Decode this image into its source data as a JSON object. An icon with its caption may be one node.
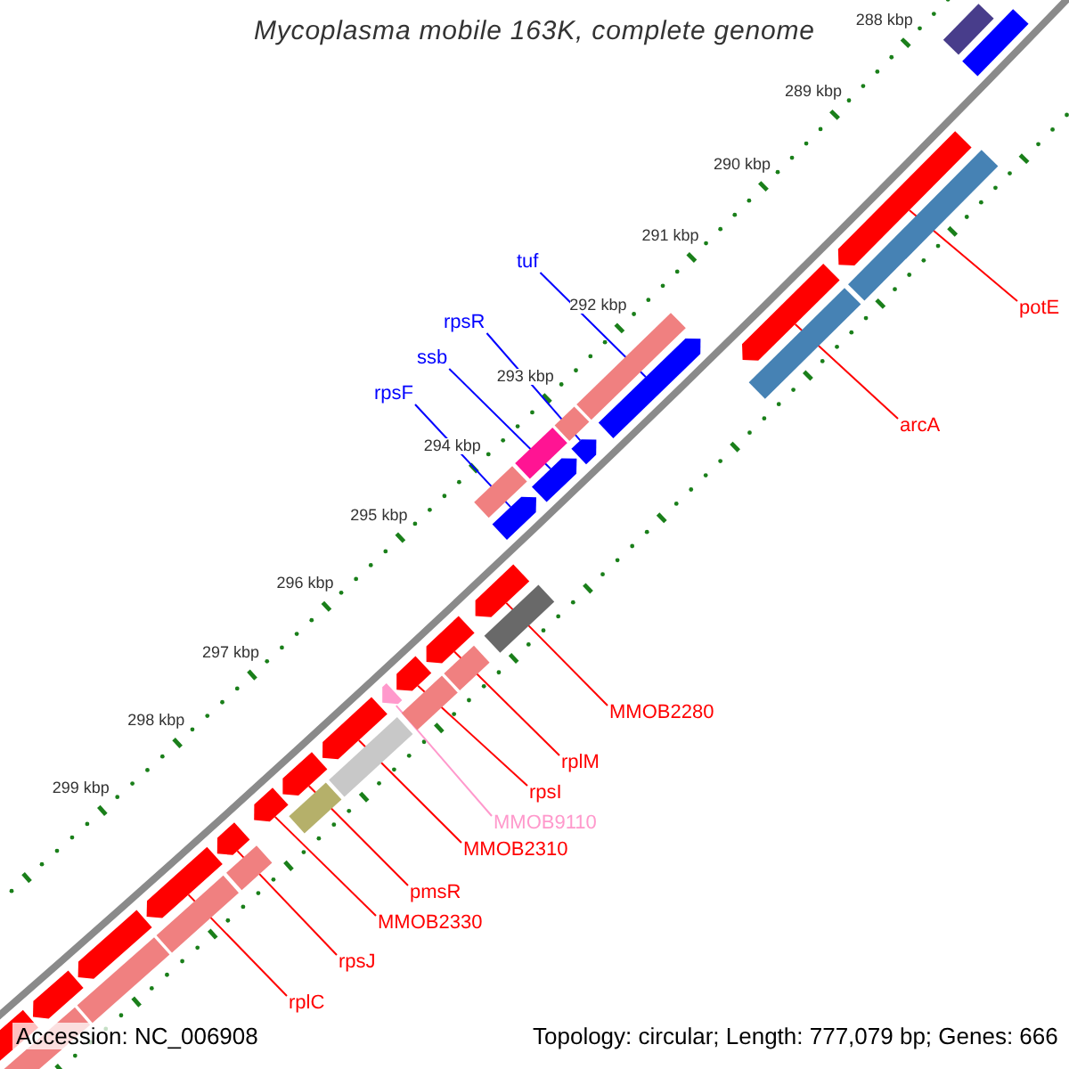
{
  "diagram": {
    "title": "Mycoplasma mobile 163K, complete genome",
    "nodes": [
      {
        "text": [
          "tuf"
        ]
      },
      {
        "text": [
          "potE"
        ]
      },
      {
        "text": [
          "rpsR"
        ]
      },
      {
        "text": [
          "ssb"
        ]
      },
      {
        "text": [
          "rpsF"
        ]
      },
      {
        "text": [
          "arcA"
        ]
      },
      {
        "text": [
          "MMOB2280"
        ]
      },
      {
        "text": [
          "rplM"
        ]
      },
      {
        "text": [
          "rpsI"
        ]
      },
      {
        "text": [
          "MMOB9110"
        ]
      },
      {
        "text": [
          "MMOB2310"
        ]
      },
      {
        "text": [
          "pmsR"
        ]
      },
      {
        "text": [
          "MMOB2330"
        ]
      },
      {
        "text": [
          "rpsJ"
        ]
      },
      {
        "text": [
          "rplC"
        ]
      },
      {
        "text": [],
        "shape": "bar"
      },
      {
        "text": [],
        "shape": "bar"
      },
      {
        "text": [],
        "shape": "bar"
      },
      {
        "text": [],
        "shape": "bar"
      },
      {
        "text": [],
        "shape": "bar"
      },
      {
        "text": [],
        "shape": "bar"
      },
      {
        "text": [],
        "shape": "bar"
      },
      {
        "text": [],
        "shape": "bar"
      },
      {
        "text": [],
        "shape": "bar"
      },
      {
        "text": [],
        "shape": "bar"
      },
      {
        "text": [],
        "shape": "bar"
      },
      {
        "text": [],
        "shape": "bar"
      },
      {
        "text": [],
        "shape": "bar"
      },
      {
        "text": [],
        "shape": "bar"
      },
      {
        "text": [],
        "shape": "bar"
      },
      {
        "text": [],
        "shape": "bar"
      },
      {
        "text": [],
        "shape": "bar"
      },
      {
        "text": [],
        "shape": "bar"
      },
      {
        "text": [],
        "shape": "bar"
      },
      {
        "text": [],
        "shape": "bar"
      },
      {
        "text": [],
        "shape": "bar"
      },
      {
        "text": [],
        "shape": "bar"
      },
      {
        "text": [],
        "shape": "bar"
      },
      {
        "text": [],
        "shape": "bar"
      },
      {
        "text": [],
        "shape": "bar"
      },
      {
        "text": [],
        "shape": "bar"
      },
      {
        "text": [],
        "shape": "bar"
      },
      {
        "text": [],
        "shape": "bar"
      },
      {
        "text": [],
        "shape": "bar"
      },
      {
        "text": [],
        "shape": "bar"
      },
      {
        "text": [],
        "shape": "bar"
      },
      {
        "text": [],
        "shape": "bar"
      },
      {
        "text": [],
        "shape": "bar"
      },
      {
        "text": [],
        "shape": "bar"
      },
      {
        "text": [],
        "shape": "bar"
      }
    ],
    "edges": [
      {
        "from": 0,
        "to": 21,
        "arrow": "none",
        "color": "#0000ff"
      },
      {
        "from": 1,
        "to": 17,
        "arrow": "none"
      },
      {
        "from": 2,
        "to": 24,
        "arrow": "none",
        "color": "#0000ff"
      },
      {
        "from": 3,
        "to": 26,
        "arrow": "none",
        "color": "#0000ff"
      },
      {
        "from": 4,
        "to": 28,
        "arrow": "none",
        "color": "#0000ff"
      },
      {
        "from": 5,
        "to": 19,
        "arrow": "none"
      },
      {
        "from": 6,
        "to": 29,
        "arrow": "none"
      },
      {
        "from": 7,
        "to": 31,
        "arrow": "none"
      },
      {
        "from": 8,
        "to": 33,
        "arrow": "none"
      },
      {
        "from": 9,
        "to": 35,
        "arrow": "none",
        "color": "#ff99cc"
      },
      {
        "from": 10,
        "to": 36,
        "arrow": "none"
      },
      {
        "from": 11,
        "to": 38,
        "arrow": "none"
      },
      {
        "from": 12,
        "to": 40,
        "arrow": "none"
      },
      {
        "from": 13,
        "to": 41,
        "arrow": "none"
      },
      {
        "from": 14,
        "to": 43,
        "arrow": "none"
      }
    ],
    "labels": [
      "288 kbp",
      "289 kbp",
      "290 kbp",
      "291 kbp",
      "292 kbp",
      "293 kbp",
      "294 kbp",
      "295 kbp",
      "296 kbp",
      "297 kbp",
      "298 kbp",
      "299 kbp",
      "Accession: NC_006908",
      "Topology: circular; Length: 777,079 bp; Genes: 666"
    ]
  }
}
